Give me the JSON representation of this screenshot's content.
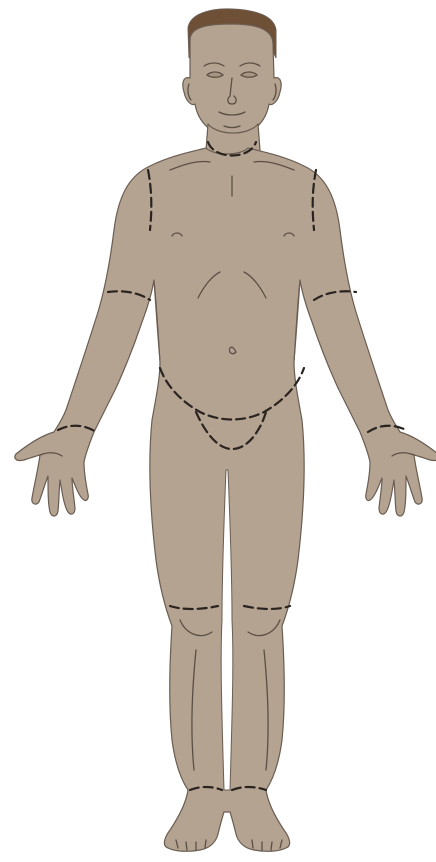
{
  "diagram": {
    "colors": {
      "background": "#ffffff",
      "skin": "#b5a392",
      "skin_shadow": "#a89683",
      "outline": "#6a5d52",
      "hair": "#6e5036",
      "feature_line": "#5b4f45",
      "region_boundary": "#2a2420"
    },
    "region_boundaries": [
      "neck",
      "left-shoulder",
      "right-shoulder",
      "left-upper-arm",
      "right-upper-arm",
      "left-wrist",
      "right-wrist",
      "waist",
      "groin",
      "left-knee",
      "right-knee",
      "left-ankle",
      "right-ankle"
    ]
  }
}
